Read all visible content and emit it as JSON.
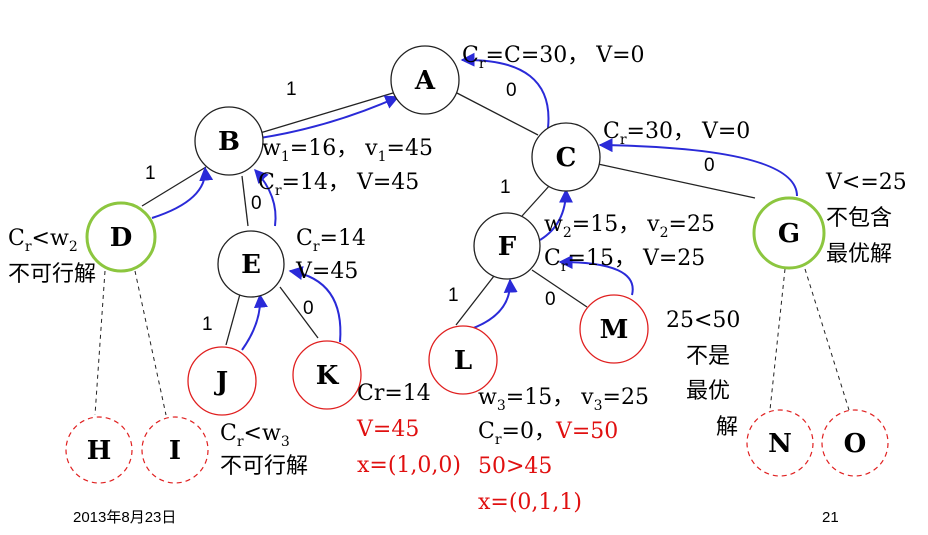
{
  "nodes": {
    "A": "A",
    "B": "B",
    "C": "C",
    "D": "D",
    "E": "E",
    "F": "F",
    "G": "G",
    "H": "H",
    "I": "I",
    "J": "J",
    "K": "K",
    "L": "L",
    "M": "M",
    "N": "N",
    "O": "O"
  },
  "edge_labels": {
    "AB": "1",
    "AC": "0",
    "BD": "1",
    "BE": "0",
    "CF": "1",
    "CG": "0",
    "EJ": "1",
    "EK": "0",
    "FL": "1",
    "FM": "0"
  },
  "annotations": {
    "a_cr_main": "C",
    "a_cr_sub": "r",
    "a_cr_rest": "=C=30， V=0",
    "b_w_main": "w",
    "b_w_sub": "1",
    "b_w_mid": "=16， v",
    "b_v_sub": "1",
    "b_w_rest": "=45",
    "b_cr_main": "C",
    "b_cr_sub": "r",
    "b_cr_rest": "=14， V=45",
    "c_cr_main": "C",
    "c_cr_sub": "r",
    "c_cr_rest": "=30， V=0",
    "d_cr_main": "C",
    "d_cr_sub": "r",
    "d_cr_mid": "<w",
    "d_w_sub": "2",
    "d_text": "不可行解",
    "e_cr_main": "C",
    "e_cr_sub": "r",
    "e_cr_rest": "=14",
    "e_v": "V=45",
    "f_w_main": "w",
    "f_w_sub": "2",
    "f_w_mid": "=15， v",
    "f_v_sub": "2",
    "f_w_rest": "=25",
    "f_cr_main": "C",
    "f_cr_sub": "r",
    "f_cr_rest": "=15， V=25",
    "g_line1": "V<=25",
    "g_line2": "不包含",
    "g_line3": "最优解",
    "j_cr_main": "C",
    "j_cr_sub": "r",
    "j_cr_mid": "<w",
    "j_w_sub": "3",
    "j_text": "不可行解",
    "k_cr": "Cr=14",
    "k_v": "V=45",
    "k_x": "x=(1,0,0)",
    "l_w_main": "w",
    "l_w_sub": "3",
    "l_w_mid": "=15， v",
    "l_v_sub": "3",
    "l_w_rest": "=25",
    "l_cr_main": "C",
    "l_cr_sub": "r",
    "l_cr_mid": "=0，",
    "l_v": "V=50",
    "l_cmp": "50>45",
    "l_x": "x=(0,1,1)",
    "m_line1": "25<50",
    "m_line2": "不是",
    "m_line3": "最优",
    "m_line4": "解"
  },
  "footer": {
    "date": "2013年8月23日",
    "page": "21"
  },
  "colors": {
    "arrow": "#2a2ad8",
    "highlight_ring": "#8cc63f",
    "infeasible_ring": "#e02020",
    "red_text": "#e01010"
  }
}
